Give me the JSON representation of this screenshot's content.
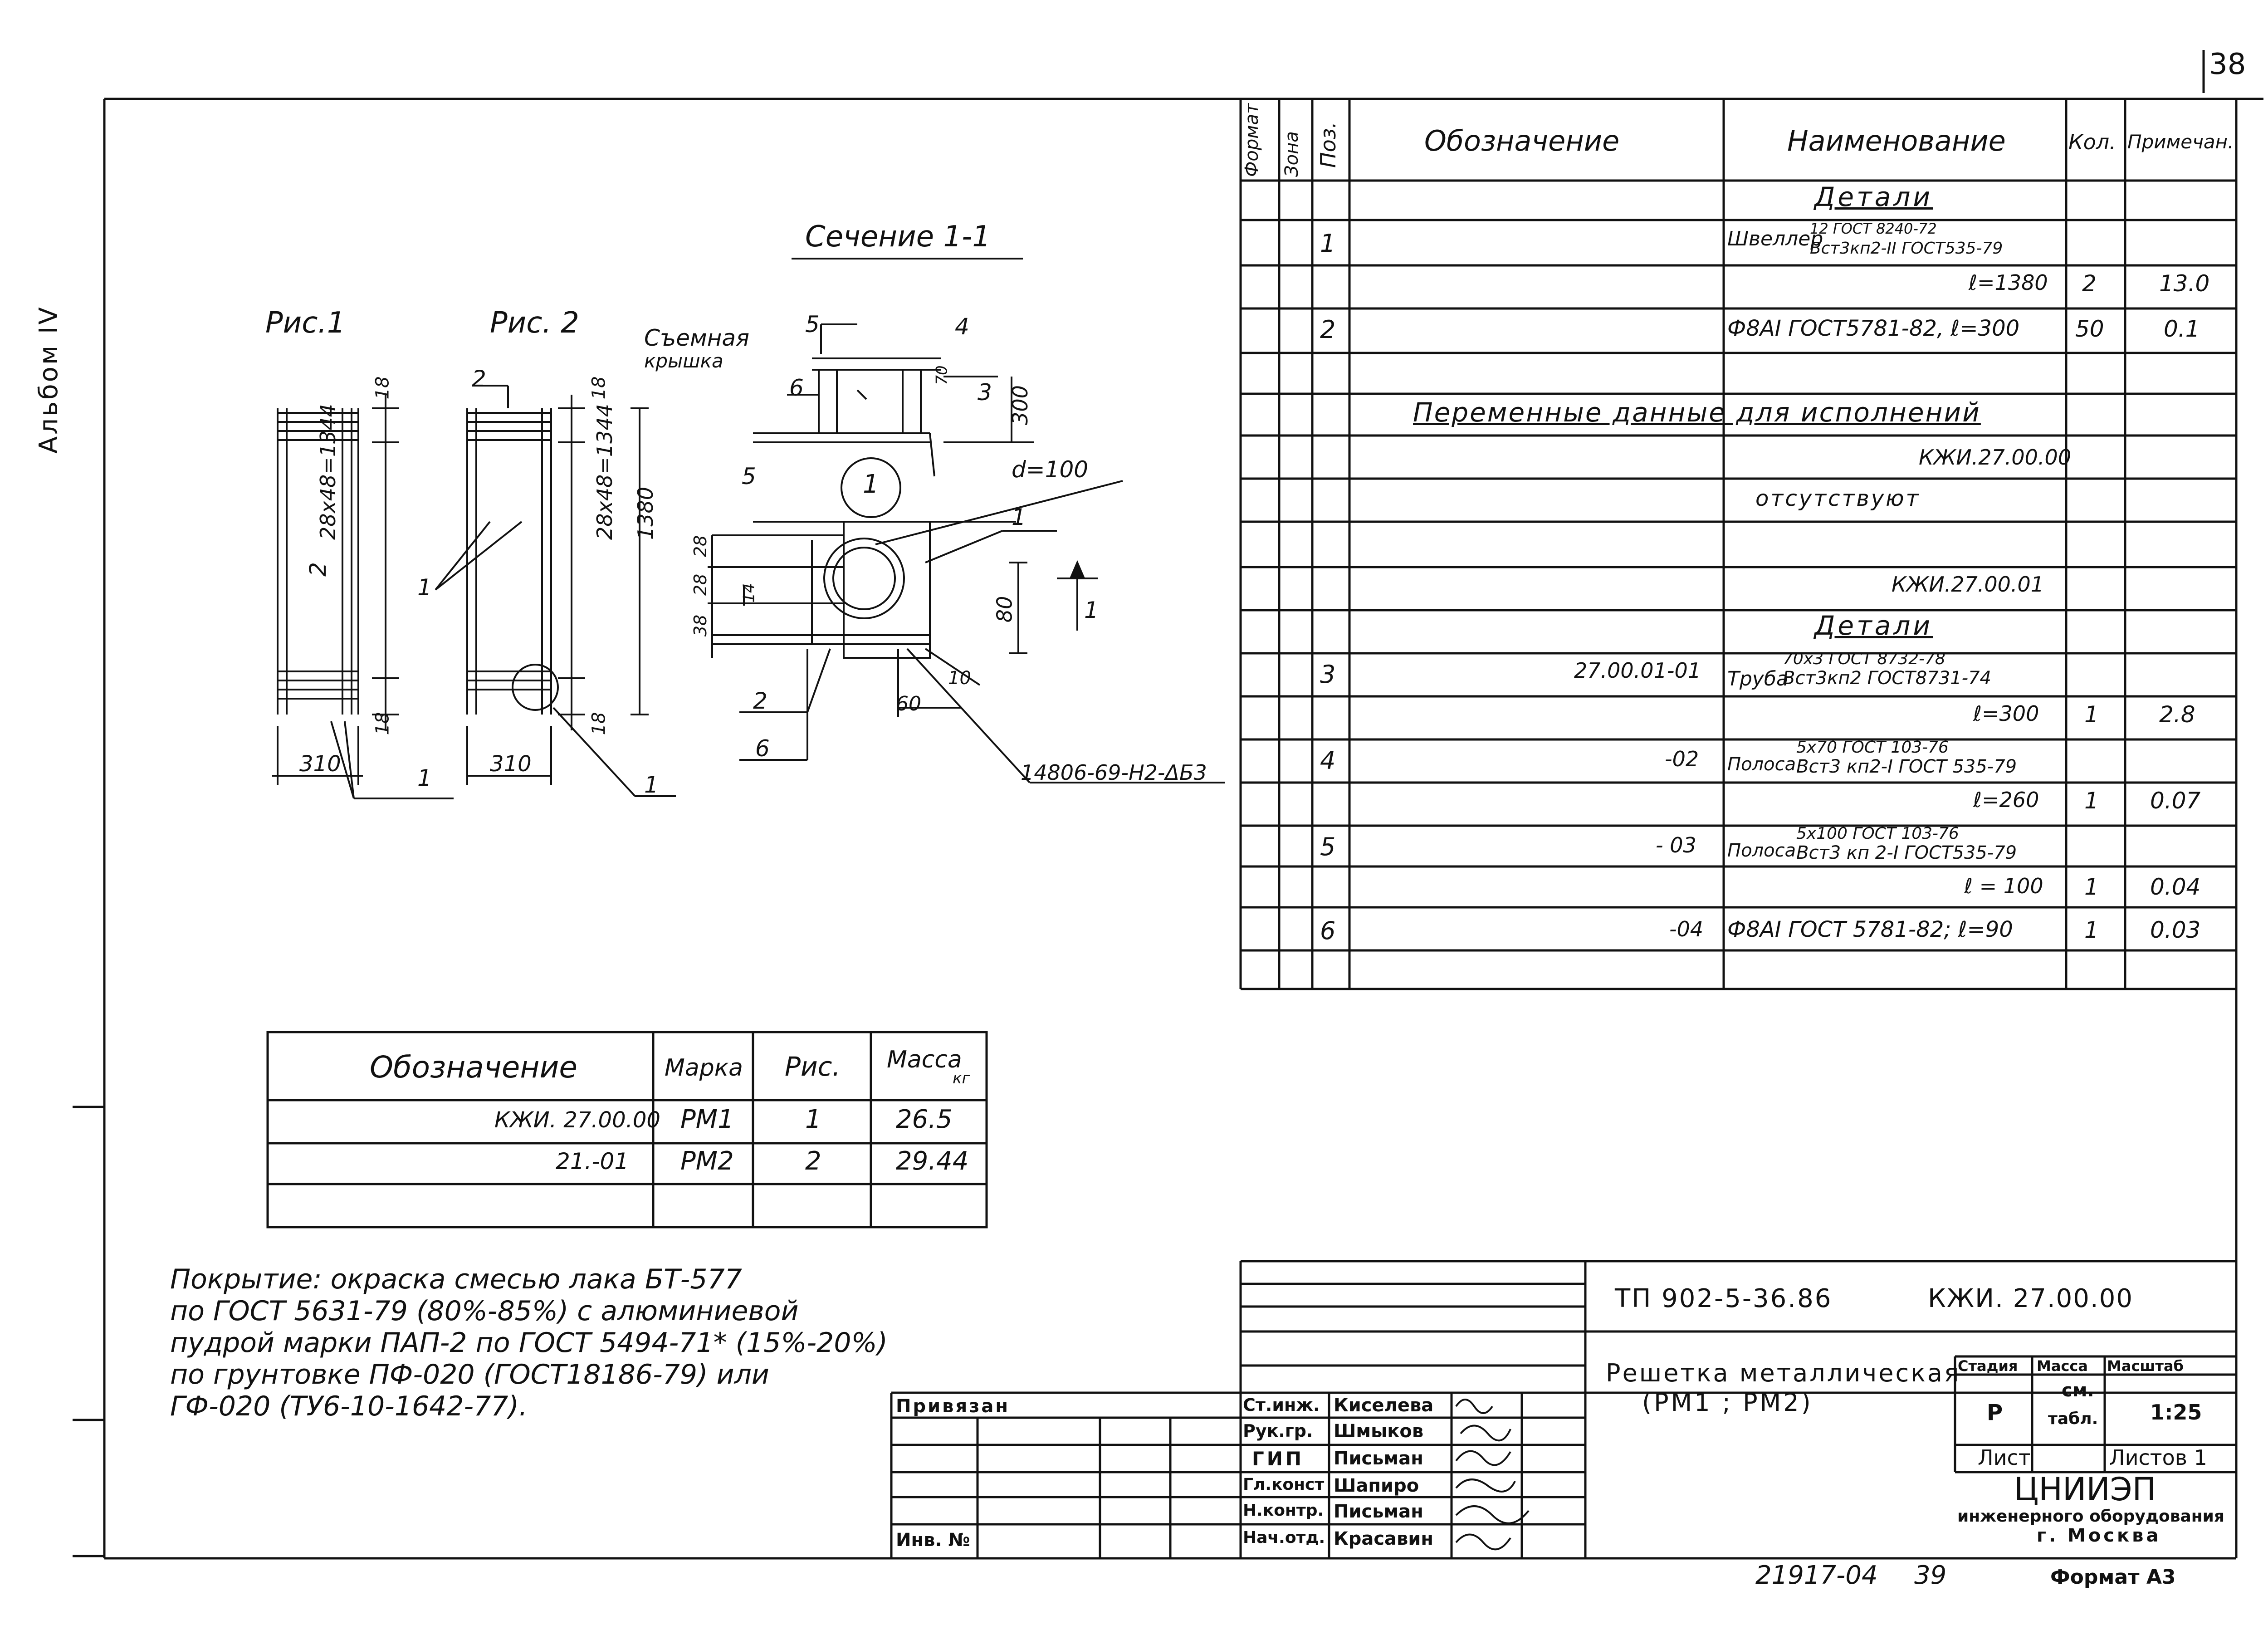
{
  "page_number": "38",
  "side_label": "Альбом IV",
  "drawing": {
    "section_title": "Сечение 1-1",
    "fig1": {
      "title": "Рис.1",
      "dim_top": "18",
      "dim_vertical": "28x48=1344",
      "dim_bottom": "18",
      "dim_width": "310",
      "bar_label": "2",
      "leader": "1"
    },
    "fig2": {
      "title": "Рис. 2",
      "dim_top": "18",
      "dim_vertical": "28x48=1344",
      "dim_total": "1380",
      "dim_bottom": "18",
      "dim_width": "310",
      "bar_label": "2",
      "leader_left": "1",
      "leader_circle": "1"
    },
    "section": {
      "cover_label_1": "Съемная",
      "cover_label_2": "крышка",
      "pos5_top": "5",
      "pos4": "4",
      "pos6_top": "6",
      "pos3": "3",
      "dim_70": "70",
      "dim_300": "300",
      "pos5_mid": "5",
      "circle_pos": "1",
      "d_label": "d=100",
      "pos1": "1",
      "dim_28a": "28",
      "dim_28b": "28",
      "dim_38": "38",
      "dim_14": "14",
      "dim_80": "80",
      "pos2": "2",
      "pos6_bot": "6",
      "dim_60": "60",
      "dim_10": "10",
      "weld": "14806-69-Н2-ΔБ3",
      "cut_mark": "1"
    }
  },
  "spec": {
    "headers": {
      "format": "Формат",
      "zone": "Зона",
      "pos": "Поз.",
      "designation": "Обозначение",
      "name": "Наименование",
      "qty": "Кол.",
      "note": "Примечан."
    },
    "section_details": "Детали",
    "row1": {
      "pos": "1",
      "name": "Швеллер",
      "sup": "12 ГОСТ 8240-72",
      "sub": "Вст3кп2-II ГОСТ535-79",
      "len": "ℓ=1380",
      "qty": "2",
      "note": "13.0"
    },
    "row2": {
      "pos": "2",
      "name": "Ф8АI ГОСТ5781-82, ℓ=300",
      "qty": "50",
      "note": "0.1"
    },
    "variable_title": "Переменные данные для исполнений",
    "var1_code": "КЖИ.27.00.00",
    "var1_text": "отсутствуют",
    "var2_code": "КЖИ.27.00.01",
    "section_details_2": "Детали",
    "row3": {
      "pos": "3",
      "designation": "27.00.01-01",
      "name": "Труба",
      "sup": "70x3 ГОСТ 8732-78",
      "sub": "Вст3кп2 ГОСТ8731-74",
      "len": "ℓ=300",
      "qty": "1",
      "note": "2.8"
    },
    "row4": {
      "pos": "4",
      "designation": "-02",
      "name": "Полоса",
      "sup": "5x70 ГОСТ 103-76",
      "sub": "Вст3 кп2-I ГОСТ 535-79",
      "len": "ℓ=260",
      "qty": "1",
      "note": "0.07"
    },
    "row5": {
      "pos": "5",
      "designation": "- 03",
      "name": "Полоса",
      "sup": "5x100 ГОСТ 103-76",
      "sub": "Вст3 кп 2-I ГОСТ535-79",
      "len": "ℓ = 100",
      "qty": "1",
      "note": "0.04"
    },
    "row6": {
      "pos": "6",
      "designation": "-04",
      "name": "Ф8АI ГОСТ 5781-82; ℓ=90",
      "qty": "1",
      "note": "0.03"
    }
  },
  "marks_table": {
    "headers": {
      "designation": "Обозначение",
      "mark": "Марка",
      "fig": "Рис.",
      "mass": "Масса",
      "mass_unit": "кг"
    },
    "rows": [
      {
        "designation": "КЖИ. 27.00.00",
        "mark": "РМ1",
        "fig": "1",
        "mass": "26.5"
      },
      {
        "designation": "21.-01",
        "mark": "РМ2",
        "fig": "2",
        "mass": "29.44"
      }
    ]
  },
  "note_lines": [
    "Покрытие: окраска смесью лака БТ-577",
    "по ГОСТ 5631-79 (80%-85%) с алюминиевой",
    "пудрой марки ПАП-2 по ГОСТ 5494-71* (15%-20%)",
    "по грунтовке ПФ-020 (ГОСТ18186-79) или",
    "ГФ-020 (ТУ6-10-1642-77)."
  ],
  "title_block": {
    "project": "ТП 902-5-36.86",
    "code": "КЖИ. 27.00.00",
    "title_line1": "Решетка металлическая",
    "title_line2": "(РМ1 ; РМ2)",
    "stage_header": "Стадия",
    "mass_header": "Масса",
    "scale_header": "Масштаб",
    "stage": "Р",
    "mass_1": "см.",
    "mass_2": "табл.",
    "scale": "1:25",
    "sheet_label": "Лист",
    "sheets_label": "Листов 1",
    "org_name": "ЦНИИЭП",
    "org_line2": "инженерного оборудования",
    "org_city": "г. Москва",
    "bound_label": "Привязан",
    "inv_label": "Инв. №",
    "signers": [
      {
        "role": "Ст.инж.",
        "name": "Киселева"
      },
      {
        "role": "Рук.гр.",
        "name": "Шмыков"
      },
      {
        "role": "ГИП",
        "name": "Письман"
      },
      {
        "role": "Гл.конст",
        "name": "Шапиро"
      },
      {
        "role": "Н.контр.",
        "name": "Письман"
      },
      {
        "role": "Нач.отд.",
        "name": "Красавин"
      }
    ]
  },
  "footer": {
    "archive": "21917-04",
    "sheet": "39",
    "format": "Формат А3"
  }
}
